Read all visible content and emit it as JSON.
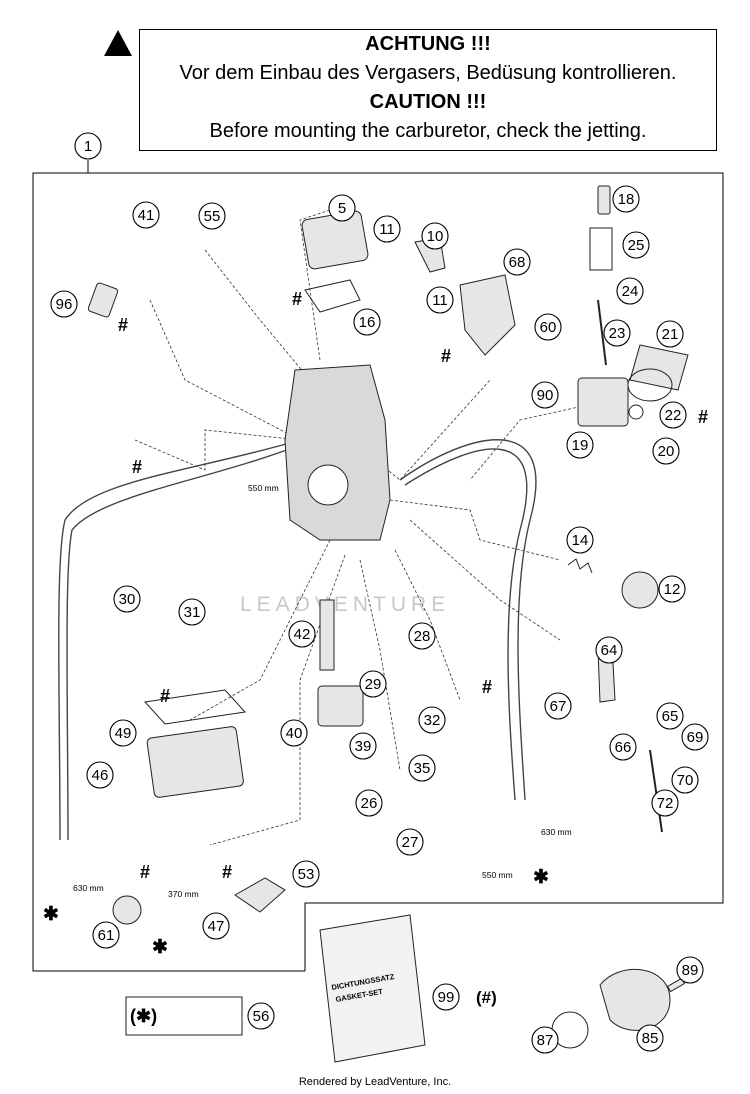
{
  "warning": {
    "title_de": "ACHTUNG !!!",
    "text_de": "Vor dem Einbau des Vergasers, Bedüsung kontrollieren.",
    "title_en": "CAUTION !!!",
    "text_en": "Before mounting the carburetor, check the jetting."
  },
  "watermark": "LEADVENTURE",
  "footer": "Rendered by LeadVenture, Inc.",
  "callouts": {
    "c1": "1",
    "c5": "5",
    "c10": "10",
    "c11a": "11",
    "c11b": "11",
    "c12": "12",
    "c14": "14",
    "c16": "16",
    "c18": "18",
    "c19": "19",
    "c20": "20",
    "c21": "21",
    "c22": "22",
    "c23": "23",
    "c24": "24",
    "c25": "25",
    "c26": "26",
    "c27": "27",
    "c28": "28",
    "c29": "29",
    "c30": "30",
    "c31": "31",
    "c32": "32",
    "c35": "35",
    "c39": "39",
    "c40": "40",
    "c41": "41",
    "c42": "42",
    "c46": "46",
    "c47": "47",
    "c49": "49",
    "c53": "53",
    "c55": "55",
    "c56": "56",
    "c60": "60",
    "c61": "61",
    "c64": "64",
    "c65": "65",
    "c66": "66",
    "c67": "67",
    "c68": "68",
    "c69": "69",
    "c70": "70",
    "c72": "72",
    "c85": "85",
    "c87": "87",
    "c89": "89",
    "c90": "90",
    "c96": "96",
    "c99": "99"
  },
  "labels": {
    "len_550a": "550 mm",
    "len_550b": "550 mm",
    "len_630a": "630 mm",
    "len_630b": "630 mm",
    "len_370": "370 mm",
    "hash": "#",
    "star": "✱",
    "kit_note": "(#)",
    "kit_paren": "(✱)",
    "gasket_de": "DICHTUNGSSATZ",
    "gasket_en": "GASKET-SET"
  }
}
